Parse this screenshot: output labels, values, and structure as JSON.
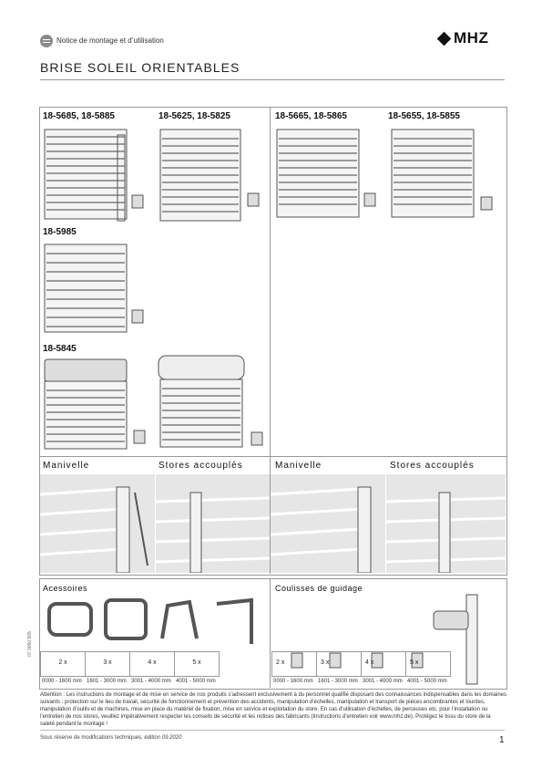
{
  "header": {
    "doc_type": "Notice de montage et d’utilisation",
    "brand": "MHZ",
    "title": "BRISE SOLEIL ORIENTABLES"
  },
  "products": [
    {
      "code": "18-5685, 18-5885"
    },
    {
      "code": "18-5625, 18-5825"
    },
    {
      "code": "18-5665, 18-5865"
    },
    {
      "code": "18-5655, 18-5855"
    },
    {
      "code": "18-5985"
    },
    {
      "code": "18-5845"
    }
  ],
  "sections": {
    "manivelle_1": "Manivelle",
    "stores_1": "Stores accouplés",
    "manivelle_2": "Manivelle",
    "stores_2": "Stores accouplés",
    "accessoires": "Acessoires",
    "coulisses": "Coulisses de guidage"
  },
  "quantities_left": [
    {
      "qty": "2 x",
      "range": "0000 - 1600 mm"
    },
    {
      "qty": "3 x",
      "range": "1601 - 3000 mm"
    },
    {
      "qty": "4 x",
      "range": "3001 - 4000 mm"
    },
    {
      "qty": "5 x",
      "range": "4001 - 5000 mm"
    }
  ],
  "quantities_right": [
    {
      "qty": "2 x",
      "range": "0000 - 1600 mm"
    },
    {
      "qty": "3 x",
      "range": "1601 - 3000 mm"
    },
    {
      "qty": "4 x",
      "range": "3001 - 4000 mm"
    },
    {
      "qty": "5 x",
      "range": "4001 - 5000 mm"
    }
  ],
  "attention": {
    "label": "Attention :",
    "text": "Les instructions de montage et de mise en service de nos produits s’adressent exclusivement à du personnel qualifié disposant des connaissances indispensables dans les domaines suivants : protection sur le lieu de travail, sécurité de fonctionnement et prévention des accidents, manipulation d’échelles, manipulation et transport de pièces encombrantes et lourdes, manipulation d’outils et de machines, mise en place du matériel de fixation, mise en service et exploitation du store. En cas d’utilisation d’échelles, de perceuses etc. pour l’installation ou l’entretien de nos stores, veuillez impérativement respecter les conseils de sécurité et les notices des fabricants (Instructions d’entretien voir www.mhz.de). Protégez le tissu du store de la saleté pendant le montage !"
  },
  "footer": {
    "note": "Sous réserve de modifications techniques,",
    "edition": "édition 09.2020",
    "page": "1",
    "doc_number": "07 0050 505"
  },
  "icons": [
    "manual-book-icon",
    "mhz-diamond-icon"
  ]
}
